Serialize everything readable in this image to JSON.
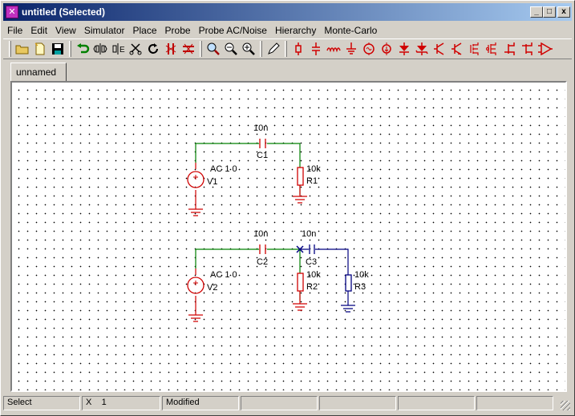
{
  "window": {
    "title": "untitled (Selected)",
    "minimize": "_",
    "maximize": "□",
    "close": "x"
  },
  "menu": [
    {
      "label": "File"
    },
    {
      "label": "Edit"
    },
    {
      "label": "View"
    },
    {
      "label": "Simulator"
    },
    {
      "label": "Place"
    },
    {
      "label": "Probe"
    },
    {
      "label": "Probe AC/Noise"
    },
    {
      "label": "Hierarchy"
    },
    {
      "label": "Monte-Carlo"
    }
  ],
  "toolbar": {
    "icons": [
      "open-folder-icon",
      "new-file-icon",
      "save-disk-icon",
      "undo-icon",
      "mirror-h-icon",
      "mirror-v-icon",
      "cut-scissors-icon",
      "rotate-icon",
      "delete-part-icon",
      "delete-wire-icon",
      "zoom-fit-icon",
      "zoom-out-icon",
      "zoom-in-icon",
      "pencil-wire-icon",
      "resistor-icon",
      "capacitor-icon",
      "inductor-icon",
      "ground-icon",
      "ac-source-icon",
      "current-source-icon",
      "diode-icon",
      "zener-icon",
      "npn-transistor-icon",
      "pnp-transistor-icon",
      "nmos-icon",
      "pmos-icon",
      "nfet-icon",
      "pfet-icon",
      "opamp-icon"
    ]
  },
  "tab": {
    "label": "unnamed"
  },
  "schematic": {
    "circuit1": {
      "cap_value": "10n",
      "cap_name": "C1",
      "src_value": "AC 1 0",
      "src_name": "V1",
      "res_value": "10k",
      "res_name": "R1"
    },
    "circuit2": {
      "cap_value": "10n",
      "cap_name": "C2",
      "cap2_value": "10n",
      "cap2_name": "C3",
      "src_value": "AC 1 0",
      "src_name": "V2",
      "res_value": "10k",
      "res_name": "R2",
      "res2_value": "10k",
      "res2_name": "R3"
    },
    "colors": {
      "wire": "#008000",
      "component": "#d00000",
      "selected": "#000080"
    }
  },
  "status": {
    "mode": "Select",
    "x_label": "X",
    "x_value": "1",
    "state": "Modified"
  }
}
